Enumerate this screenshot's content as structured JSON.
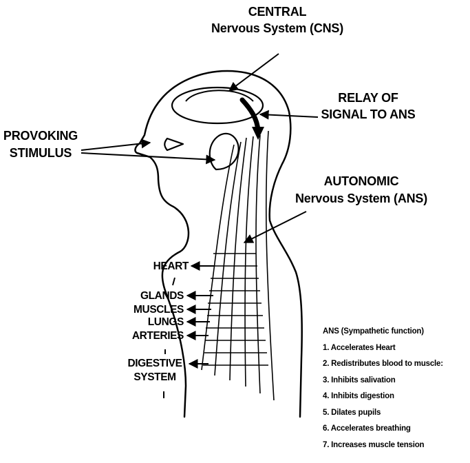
{
  "labels": {
    "cns_line1": "CENTRAL",
    "cns_line2": "Nervous System (CNS)",
    "relay_line1": "RELAY OF",
    "relay_line2": "SIGNAL TO ANS",
    "stimulus_line1": "PROVOKING",
    "stimulus_line2": "STIMULUS",
    "ans_line1": "AUTONOMIC",
    "ans_line2": "Nervous System (ANS)"
  },
  "organs": {
    "heart": "HEART",
    "glands": "GLANDS",
    "muscles": "MUSCLES",
    "lungs": "LUNGS",
    "arteries": "ARTERIES",
    "digestive_line1": "DIGESTIVE",
    "digestive_line2": "SYSTEM"
  },
  "ans_functions": {
    "title": "ANS (Sympathetic function)",
    "items": [
      "1. Accelerates Heart",
      "2. Redistributes blood to muscle:",
      "3. Inhibits salivation",
      "4. Inhibits digestion",
      "5. Dilates pupils",
      "6. Accelerates breathing",
      "7. Increases muscle tension"
    ]
  }
}
